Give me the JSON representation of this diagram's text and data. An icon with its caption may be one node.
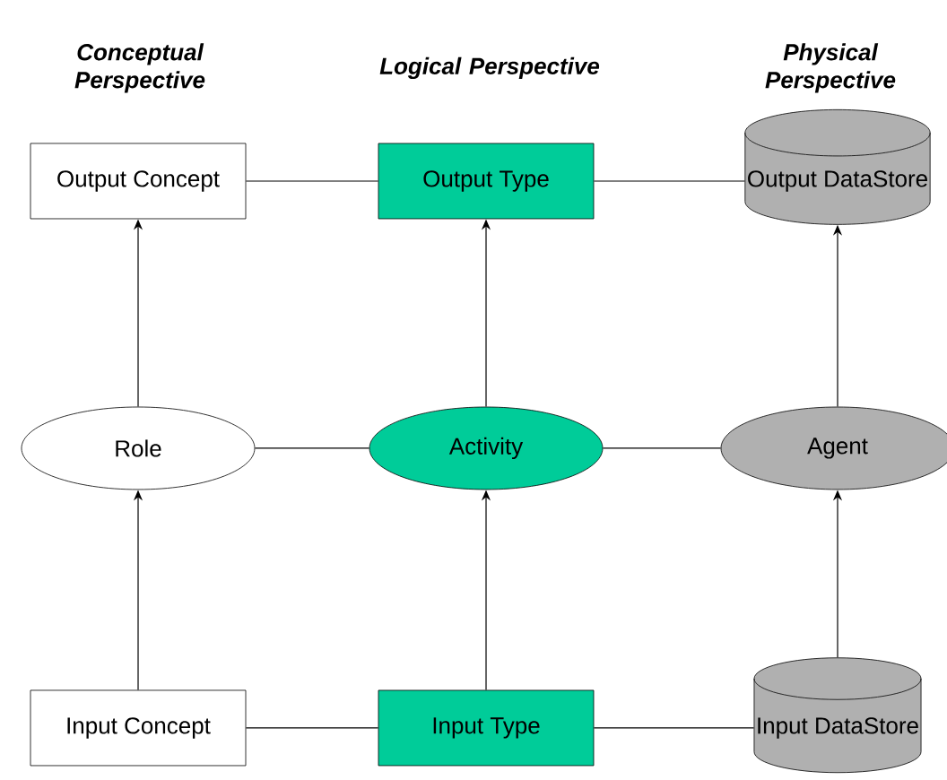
{
  "diagram": {
    "nodes": [
      {
        "text": [
          "Output Concept"
        ]
      },
      {
        "text": [
          "Output Type"
        ]
      },
      {
        "text": [
          "Output DataStore"
        ]
      },
      {
        "text": [
          "Role"
        ]
      },
      {
        "text": [
          "Activity"
        ]
      },
      {
        "text": [
          "Agent"
        ]
      },
      {
        "text": [
          "Input Concept"
        ]
      },
      {
        "text": [
          "Input Type"
        ]
      },
      {
        "text": [
          "Input DataStore"
        ]
      }
    ],
    "edges": [
      {
        "from": 0,
        "to": 1,
        "arrow": "none"
      },
      {
        "from": 1,
        "to": 2,
        "arrow": "none"
      },
      {
        "from": 3,
        "to": 0,
        "arrow": "to"
      },
      {
        "from": 4,
        "to": 1,
        "arrow": "to"
      },
      {
        "from": 5,
        "to": 2,
        "arrow": "to"
      },
      {
        "from": 3,
        "to": 4,
        "arrow": "none"
      },
      {
        "from": 4,
        "to": 5,
        "arrow": "none"
      },
      {
        "from": 6,
        "to": 3,
        "arrow": "to"
      },
      {
        "from": 7,
        "to": 4,
        "arrow": "to"
      },
      {
        "from": 8,
        "to": 5,
        "arrow": "to"
      },
      {
        "from": 6,
        "to": 7,
        "arrow": "none"
      },
      {
        "from": 7,
        "to": 8,
        "arrow": "none"
      }
    ],
    "labels": [
      "Conceptual Perspective",
      "Logical Perspective",
      "Physical Perspective"
    ]
  }
}
